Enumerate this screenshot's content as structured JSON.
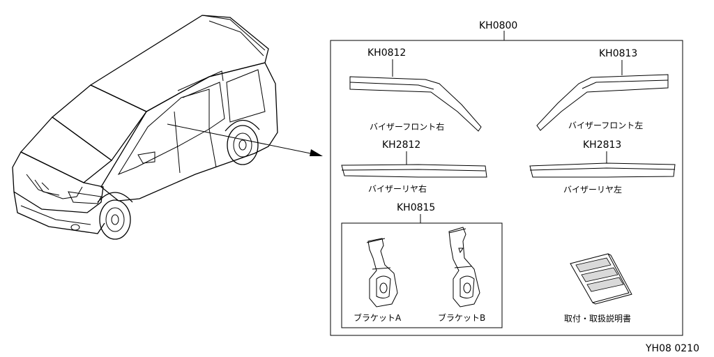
{
  "diagram": {
    "kit_code": "KH0800",
    "parts": [
      {
        "code": "KH0812",
        "label": "バイザーフロント右"
      },
      {
        "code": "KH0813",
        "label": "バイザーフロント左"
      },
      {
        "code": "KH2812",
        "label": "バイザーリヤ右"
      },
      {
        "code": "KH2813",
        "label": "バイザーリヤ左"
      },
      {
        "code": "KH0815",
        "label": ""
      }
    ],
    "brackets": [
      {
        "label": "ブラケットA"
      },
      {
        "label": "ブラケットB"
      }
    ],
    "manual_label": "取付・取扱説明書",
    "drawing_number": "YH08 0210"
  }
}
